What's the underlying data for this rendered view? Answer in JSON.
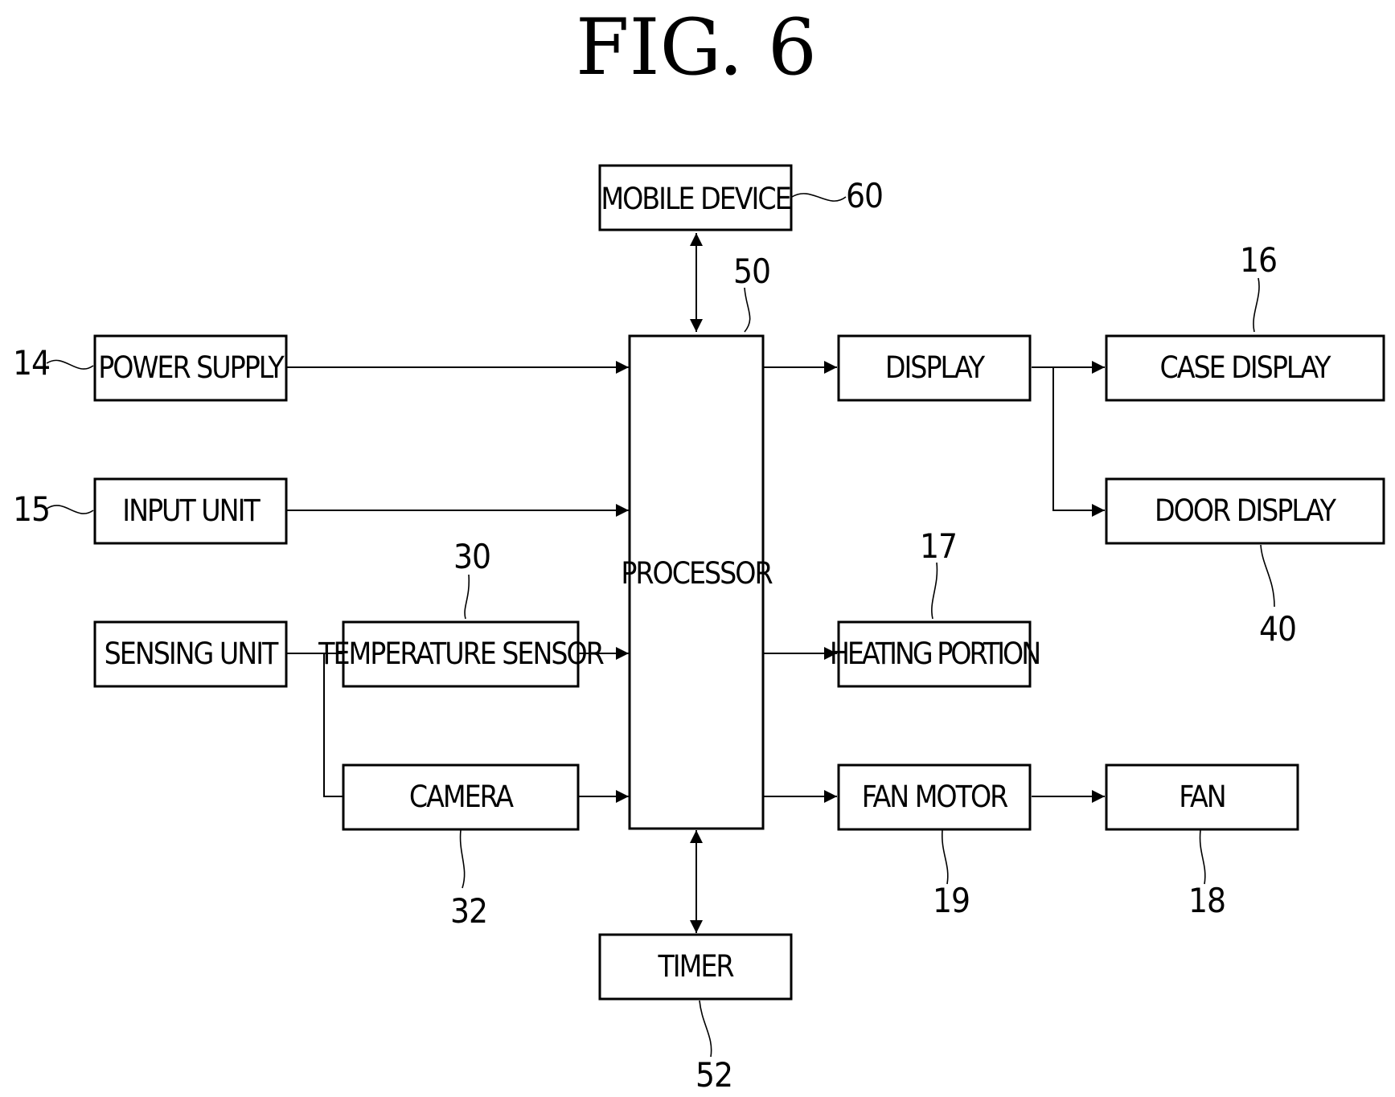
{
  "figure": {
    "title": "FIG. 6"
  },
  "blocks": {
    "mobile_device": {
      "label": "MOBILE DEVICE",
      "ref": "60"
    },
    "processor": {
      "label": "PROCESSOR",
      "ref": "50"
    },
    "power_supply": {
      "label": "POWER SUPPLY",
      "ref": "14"
    },
    "input_unit": {
      "label": "INPUT UNIT",
      "ref": "15"
    },
    "sensing_unit": {
      "label": "SENSING UNIT"
    },
    "temperature_sensor": {
      "label": "TEMPERATURE SENSOR",
      "ref": "30"
    },
    "camera": {
      "label": "CAMERA",
      "ref": "32"
    },
    "display": {
      "label": "DISPLAY"
    },
    "case_display": {
      "label": "CASE DISPLAY",
      "ref": "16"
    },
    "door_display": {
      "label": "DOOR DISPLAY",
      "ref": "40"
    },
    "heating_portion": {
      "label": "HEATING PORTION",
      "ref": "17"
    },
    "fan_motor": {
      "label": "FAN MOTOR",
      "ref": "19"
    },
    "fan": {
      "label": "FAN",
      "ref": "18"
    },
    "timer": {
      "label": "TIMER",
      "ref": "52"
    }
  }
}
